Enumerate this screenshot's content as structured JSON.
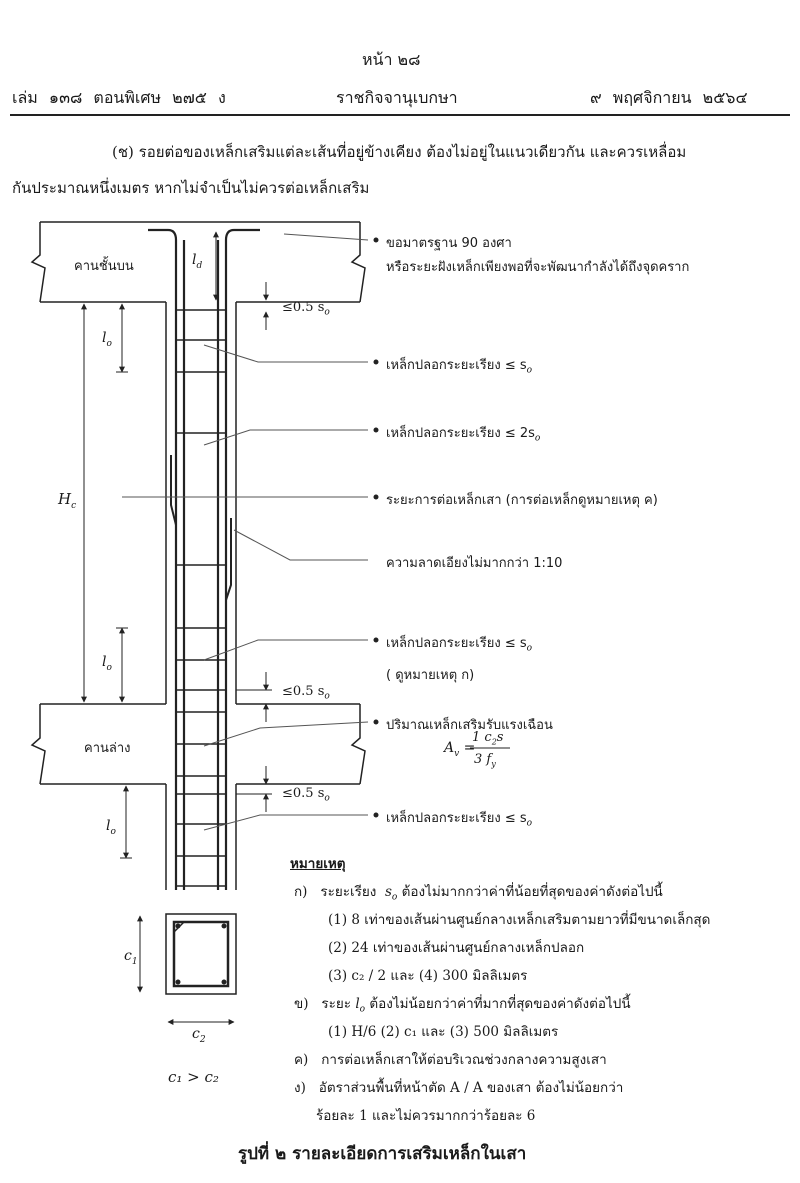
{
  "header": {
    "page": "หน้า ๒๘",
    "volume": "เล่ม ๑๓๘ ตอนพิเศษ ๒๗๕ ง",
    "publication": "ราชกิจจานุเบกษา",
    "date": "๙ พฤศจิกายน ๒๕๖๔"
  },
  "body": {
    "paragraph_line1": "(ช) รอยต่อของเหล็กเสริมแต่ละเส้นที่อยู่ข้างเคียง ต้องไม่อยู่ในแนวเดียวกัน และควรเหลื่อม",
    "paragraph_line2": "กันประมาณหนึ่งเมตร หากไม่จำเป็นไม่ควรต่อเหล็กเสริม"
  },
  "figure": {
    "beam_top_label": "คานชั้นบน",
    "beam_bottom_label": "คานล่าง",
    "dim_ld": "l",
    "dim_ld_sub": "d",
    "dim_lo": "l",
    "dim_lo_sub": "o",
    "dim_hc": "H",
    "dim_hc_sub": "c",
    "dim_c1": "c",
    "dim_c1_sub": "1",
    "dim_c2": "c",
    "dim_c2_sub": "2",
    "relation": "c₁ > c₂",
    "gap_1": "≤0.5 s",
    "gap_2": "≤0.5 s",
    "gap_3": "≤0.5 s",
    "gap_sub": "o",
    "callout_hook_1": "ขอมาตรฐาน 90 องศา",
    "callout_hook_2": "หรือระยะฝังเหล็กเพียงพอที่จะพัฒนากำลังได้ถึงจุดคราก",
    "callout_tie_1": "เหล็กปลอกระยะเรียง ≤ s",
    "callout_tie_2": "เหล็กปลอกระยะเรียง ≤ 2s",
    "callout_splice": "ระยะการต่อเหล็กเสา (การต่อเหล็กดูหมายเหตุ ค)",
    "callout_slope": "ความลาดเอียงไม่มากกว่า 1:10",
    "callout_tie_3": "เหล็กปลอกระยะเรียง ≤ s",
    "callout_tie_3_note": "( ดูหมายเหตุ ก)",
    "callout_joint": "ปริมาณเหล็กเสริมรับแรงเฉือน",
    "formula_lhs": "A",
    "formula_lhs_sub": "v",
    "formula_num": "1 c",
    "formula_num_sub": "2",
    "formula_num_s": "s",
    "formula_den": "3",
    "formula_den_f": "f",
    "formula_den_sub": "y",
    "callout_tie_4": "เหล็กปลอกระยะเรียง ≤ s",
    "tie_sub": "o"
  },
  "notes": {
    "heading": "หมายเหตุ",
    "a_label": "ก)",
    "a_text_1": "ระยะเรียง",
    "a_sym": "s",
    "a_sym_sub": "o",
    "a_text_2": "ต้องไม่มากกว่าค่าที่น้อยที่สุดของค่าดังต่อไปนี้",
    "a1": "(1) 8 เท่าของเส้นผ่านศูนย์กลางเหล็กเสริมตามยาวที่มีขนาดเล็กสุด",
    "a2": "(2) 24 เท่าของเส้นผ่านศูนย์กลางเหล็กปลอก",
    "a3": "(3) c₂ / 2 และ (4) 300 มิลลิเมตร",
    "b_label": "ข)",
    "b_text_1": "ระยะ",
    "b_sym": "l",
    "b_sym_sub": "o",
    "b_text_2": "ต้องไม่น้อยกว่าค่าที่มากที่สุดของค่าดังต่อไปนี้",
    "b1": "(1) H/6 (2) c₁ และ (3) 500 มิลลิเมตร",
    "c_label": "ค)",
    "c_text": "การต่อเหล็กเสาให้ต่อบริเวณช่วงกลางความสูงเสา",
    "d_label": "ง)",
    "d_text_1": "อัตราส่วนพื้นที่หน้าตัด A / A ของเสา ต้องไม่น้อยกว่า",
    "d_text_2": "ร้อยละ 1 และไม่ควรมากกว่าร้อยละ 6"
  },
  "caption": "รูปที่ ๒ รายละเอียดการเสริมเหล็กในเสา"
}
